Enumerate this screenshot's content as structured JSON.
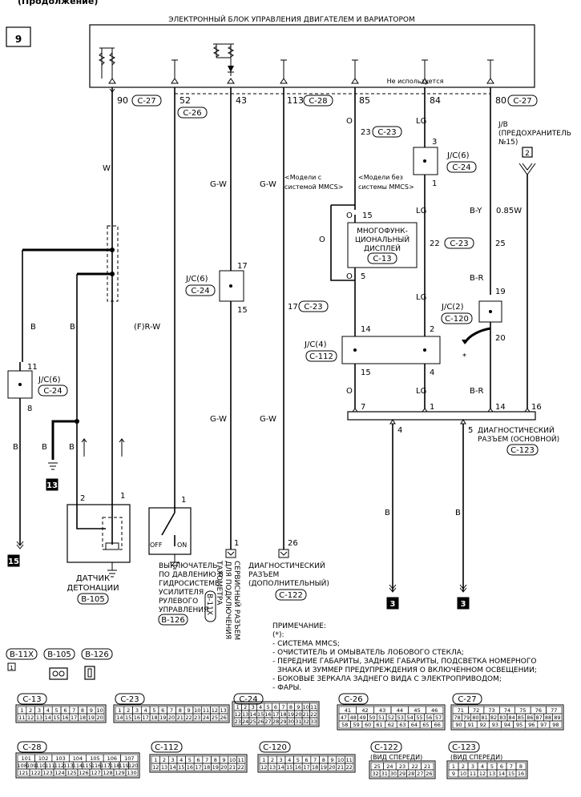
{
  "header": {
    "title": "(Продолжение)",
    "page_no": "9"
  },
  "ecu": {
    "title": "ЭЛЕКТРОННЫЙ БЛОК УПРАВЛЕНИЯ ДВИГАТЕЛЕМ И ВАРИАТОРОМ",
    "not_used": "Не используется"
  },
  "pins": {
    "p90": "90",
    "p52": "52",
    "p43": "43",
    "p113": "113",
    "p85": "85",
    "p84": "84",
    "p80": "80"
  },
  "conn": {
    "c27": "C-27",
    "c26": "C-26",
    "c28": "C-28",
    "c23": "C-23",
    "c24": "C-24",
    "c13": "C-13",
    "c112": "C-112",
    "c120": "C-120",
    "c122": "C-122",
    "c123": "C-123",
    "b11x": "B-11X",
    "b105": "B-105",
    "b126": "B-126"
  },
  "wires": {
    "w": "W",
    "gw": "G-W",
    "o": "O",
    "lg": "LG",
    "by": "B-Y",
    "br": "B-R",
    "b": "B",
    "frw": "(F)R-W",
    "w085": "0.85W"
  },
  "nums": {
    "n23": "23",
    "n3": "3",
    "n1": "1",
    "n15": "15",
    "n22": "22",
    "n25": "25",
    "n5": "5",
    "n17": "17",
    "n19": "19",
    "n20": "20",
    "n14": "14",
    "n2": "2",
    "n4": "4",
    "n7": "7",
    "n16": "16",
    "n11": "11",
    "n8": "8",
    "n26": "26",
    "n13": "13"
  },
  "jc": {
    "jc6": "J/C(6)",
    "jc4": "J/C(4)",
    "jc2": "J/C(2)"
  },
  "jb": {
    "line1": "J/B",
    "line2": "(ПРЕДОХРАНИТЕЛЬ",
    "line3": "№15)"
  },
  "models": {
    "with1": "<Модели с",
    "with2": "системой MMCS>",
    "without1": "<Модели без",
    "without2": "системы MMCS>"
  },
  "display": {
    "l1": "МНОГОФУНК-",
    "l2": "ЦИОНАЛЬНЫЙ",
    "l3": "ДИСПЛЕЙ"
  },
  "diag_main": {
    "l1": "ДИАГНОСТИЧЕСКИЙ",
    "l2": "РАЗЪЕМ (ОСНОВНОЙ)"
  },
  "diag_add": {
    "l1": "ДИАГНОСТИЧЕСКИЙ",
    "l2": "РАЗЪЕМ",
    "l3": "(ДОПОЛНИТЕЛЬНЫЙ)"
  },
  "knock": {
    "l1": "ДАТЧИК",
    "l2": "ДЕТОНАЦИИ"
  },
  "pressure": {
    "l1": "ВЫКЛЮЧАТЕЛЬ",
    "l2": "ПО ДАВЛЕНИЮ В",
    "l3": "ГИДРОСИСТЕМЕ",
    "l4": "УСИЛИТЕЛЯ",
    "l5": "РУЛЕВОГО",
    "l6": "УПРАВЛЕНИЯ",
    "off": "OFF",
    "on": "ON"
  },
  "service": {
    "l1": "СЕРВИСНЫЙ РАЗЪЕМ",
    "l2": "ДЛЯ ПОДКЛЮЧЕНИЯ",
    "l3": "ТАХОМЕТРА"
  },
  "front_view": "(ВИД СПЕРЕДИ)",
  "note": {
    "title": "ПРИМЕЧАНИЕ:",
    "star": "(*):",
    "lines": [
      "- СИСТЕМА MMCS;",
      "- ОЧИСТИТЕЛЬ И ОМЫВАТЕЛЬ ЛОБОВОГО СТЕКЛА;",
      "- ПЕРЕДНИЕ ГАБАРИТЫ, ЗАДНИЕ ГАБАРИТЫ, ПОДСВЕТКА НОМЕРНОГО",
      "ЗНАКА И ЗУММЕР ПРЕДУПРЕЖДЕНИЯ О ВКЛЮЧЕННОМ ОСВЕЩЕНИИ;",
      "- БОКОВЫЕ ЗЕРКАЛА ЗАДНЕГО ВИДА С ЭЛЕКТРОПРИВОДОМ;",
      "- ФАРЫ."
    ]
  },
  "refs": {
    "r13": "13",
    "r15": "15",
    "r3": "3"
  },
  "small_ref": {
    "b11x_pin": "1"
  },
  "connector_faces": {
    "c13": [
      [
        "1",
        "2",
        "3",
        "4",
        "5",
        "6",
        "7",
        "8",
        "9",
        "10"
      ],
      [
        "11",
        "12",
        "13",
        "14",
        "15",
        "16",
        "17",
        "18",
        "19",
        "20"
      ]
    ],
    "c23": [
      [
        "1",
        "2",
        "3",
        "4",
        "5",
        "6",
        "7",
        "8",
        "9",
        "10",
        "11",
        "12",
        "13"
      ],
      [
        "14",
        "15",
        "16",
        "17",
        "18",
        "19",
        "20",
        "21",
        "22",
        "23",
        "24",
        "25",
        "26"
      ]
    ],
    "c24": [
      [
        "1",
        "2",
        "3",
        "4",
        "5",
        "6",
        "7",
        "8",
        "9",
        "10",
        "11"
      ],
      [
        "12",
        "13",
        "14",
        "15",
        "16",
        "17",
        "18",
        "19",
        "20",
        "21",
        "22"
      ],
      [
        "23",
        "24",
        "25",
        "26",
        "27",
        "28",
        "29",
        "30",
        "31",
        "32",
        "33"
      ]
    ],
    "c26": [
      [
        "41",
        "42",
        "43",
        "44",
        "45",
        "46"
      ],
      [
        "47",
        "48",
        "49",
        "50",
        "51",
        "52",
        "53",
        "54",
        "55",
        "56",
        "57"
      ],
      [
        "58",
        "59",
        "60",
        "61",
        "62",
        "63",
        "64",
        "65",
        "66"
      ]
    ],
    "c27": [
      [
        "71",
        "72",
        "73",
        "74",
        "75",
        "76",
        "77"
      ],
      [
        "78",
        "79",
        "80",
        "81",
        "82",
        "83",
        "84",
        "85",
        "86",
        "87",
        "88",
        "89"
      ],
      [
        "90",
        "91",
        "92",
        "93",
        "94",
        "95",
        "96",
        "97",
        "98"
      ]
    ],
    "c28": [
      [
        "101",
        "102",
        "103",
        "104",
        "105",
        "106",
        "107"
      ],
      [
        "108",
        "109",
        "110",
        "111",
        "112",
        "113",
        "114",
        "115",
        "116",
        "117",
        "118",
        "119",
        "120"
      ],
      [
        "121",
        "122",
        "123",
        "124",
        "125",
        "126",
        "127",
        "128",
        "129",
        "130"
      ]
    ],
    "c112": [
      [
        "1",
        "2",
        "3",
        "4",
        "5",
        "6",
        "7",
        "8",
        "9",
        "10",
        "11"
      ],
      [
        "12",
        "13",
        "14",
        "15",
        "16",
        "17",
        "18",
        "19",
        "20",
        "21",
        "22"
      ]
    ],
    "c120": [
      [
        "1",
        "2",
        "3",
        "4",
        "5",
        "6",
        "7",
        "8",
        "9",
        "10",
        "11"
      ],
      [
        "12",
        "13",
        "14",
        "15",
        "16",
        "17",
        "18",
        "19",
        "20",
        "21",
        "22"
      ]
    ],
    "c122": [
      [
        "25",
        "24",
        "23",
        "22",
        "21"
      ],
      [
        "32",
        "31",
        "30",
        "29",
        "28",
        "27",
        "26"
      ]
    ],
    "c123": [
      [
        "1",
        "2",
        "3",
        "4",
        "5",
        "6",
        "7",
        "8"
      ],
      [
        "9",
        "10",
        "11",
        "12",
        "13",
        "14",
        "15",
        "16"
      ]
    ]
  }
}
